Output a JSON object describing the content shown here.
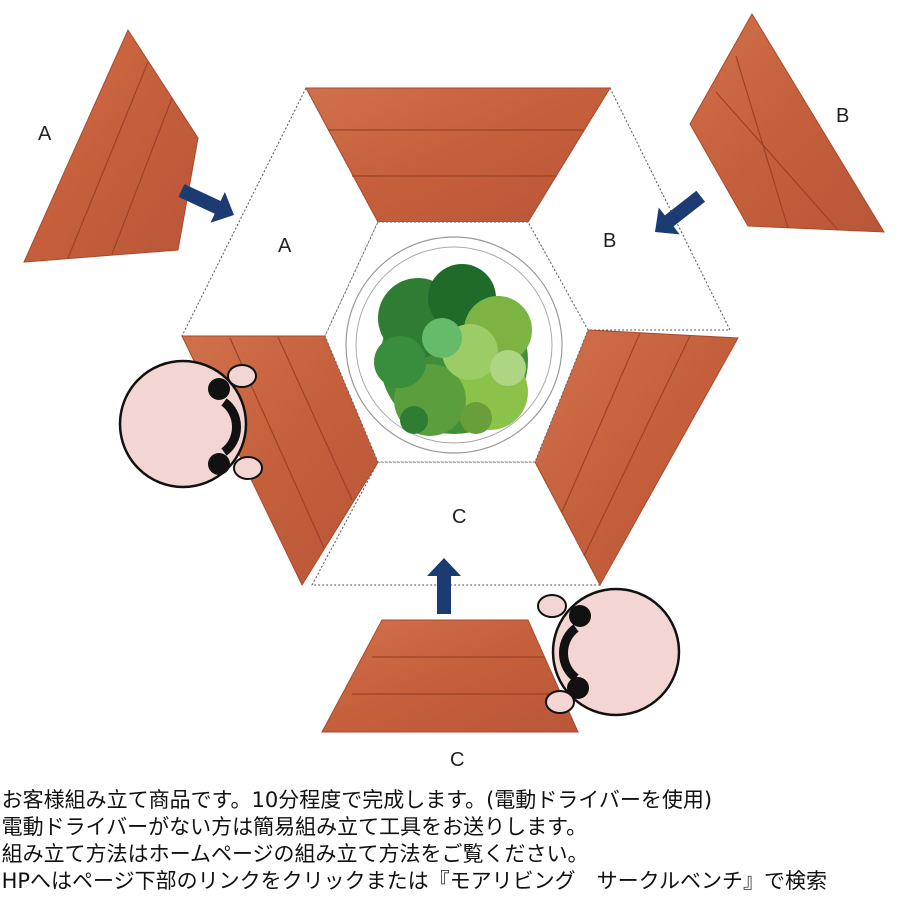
{
  "diagram": {
    "labels": {
      "piece_a": "A",
      "piece_b": "B",
      "piece_c": "C",
      "slot_a": "A",
      "slot_b": "B",
      "slot_c": "C"
    },
    "colors": {
      "wood": "#c8643f",
      "wood_dark": "#9c4226",
      "arrow": "#1c3b73",
      "face": "#f3d6d3",
      "plant_dark": "#2e7d32",
      "plant_light": "#8bc34a"
    },
    "icons": [
      "arrow-icon",
      "person-icon",
      "plant-icon"
    ]
  },
  "notes": [
    "※お客様組み立て商品です。10分程度で完成します。(電動ドライバーを使用)",
    "※電動ドライバーがない方は簡易組み立て工具をお送りします。",
    "※組み立て方法はホームページの組み立て方法をご覧ください。",
    "※HPへはページ下部のリンクをクリックまたは『モアリビング　サークルベンチ』で検索"
  ]
}
